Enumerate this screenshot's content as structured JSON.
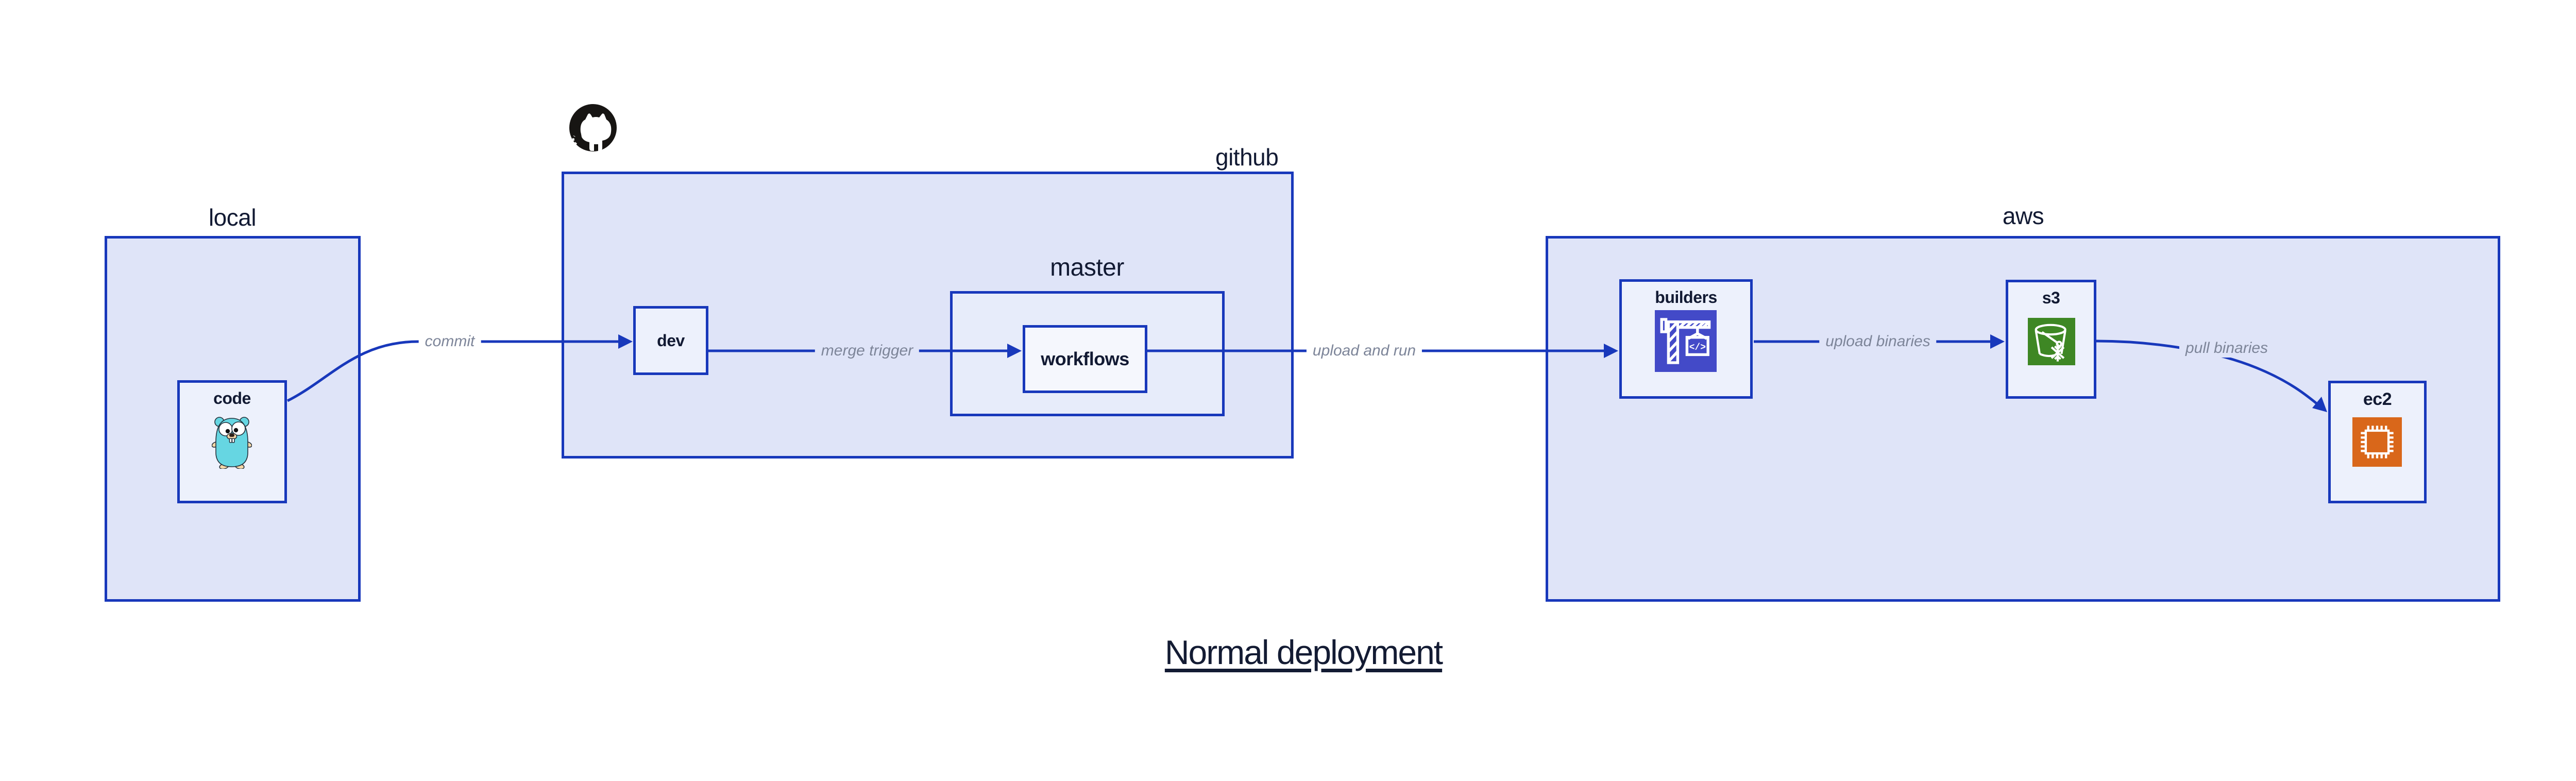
{
  "diagram": {
    "title": "Normal deployment",
    "groups": {
      "local": {
        "label": "local"
      },
      "github": {
        "label": "github"
      },
      "master": {
        "label": "master"
      },
      "aws": {
        "label": "aws"
      }
    },
    "nodes": {
      "code": {
        "label": "code",
        "icon": "go-gopher-icon"
      },
      "dev": {
        "label": "dev"
      },
      "workflows": {
        "label": "workflows"
      },
      "builders": {
        "label": "builders",
        "icon": "aws-codebuild-icon",
        "icon_glyph": "</>"
      },
      "s3": {
        "label": "s3",
        "icon": "aws-s3-glacier-bucket-icon"
      },
      "ec2": {
        "label": "ec2",
        "icon": "aws-ec2-chip-icon"
      }
    },
    "edges": {
      "commit": {
        "label": "commit",
        "from": "code",
        "to": "dev"
      },
      "merge_trigger": {
        "label": "merge trigger",
        "from": "dev",
        "to": "workflows"
      },
      "upload_and_run": {
        "label": "upload and run",
        "from": "workflows",
        "to": "builders"
      },
      "upload_binaries": {
        "label": "upload binaries",
        "from": "builders",
        "to": "s3"
      },
      "pull_binaries": {
        "label": "pull binaries",
        "from": "s3",
        "to": "ec2"
      }
    },
    "colors": {
      "edge_blue": "#1838bb",
      "group_fill": "#dfe4f8",
      "node_fill": "#edf1fc",
      "master_fill": "#e7ecfa",
      "workflows_fill": "#f5f7fd",
      "label_dark": "#121a33",
      "edge_label_gray": "#7d8599",
      "codebuild_purple": "#434ac8",
      "s3_green": "#3e8724",
      "ec2_orange": "#d9671a",
      "gopher_teal": "#66d6e2",
      "octocat_black": "#171513"
    }
  }
}
